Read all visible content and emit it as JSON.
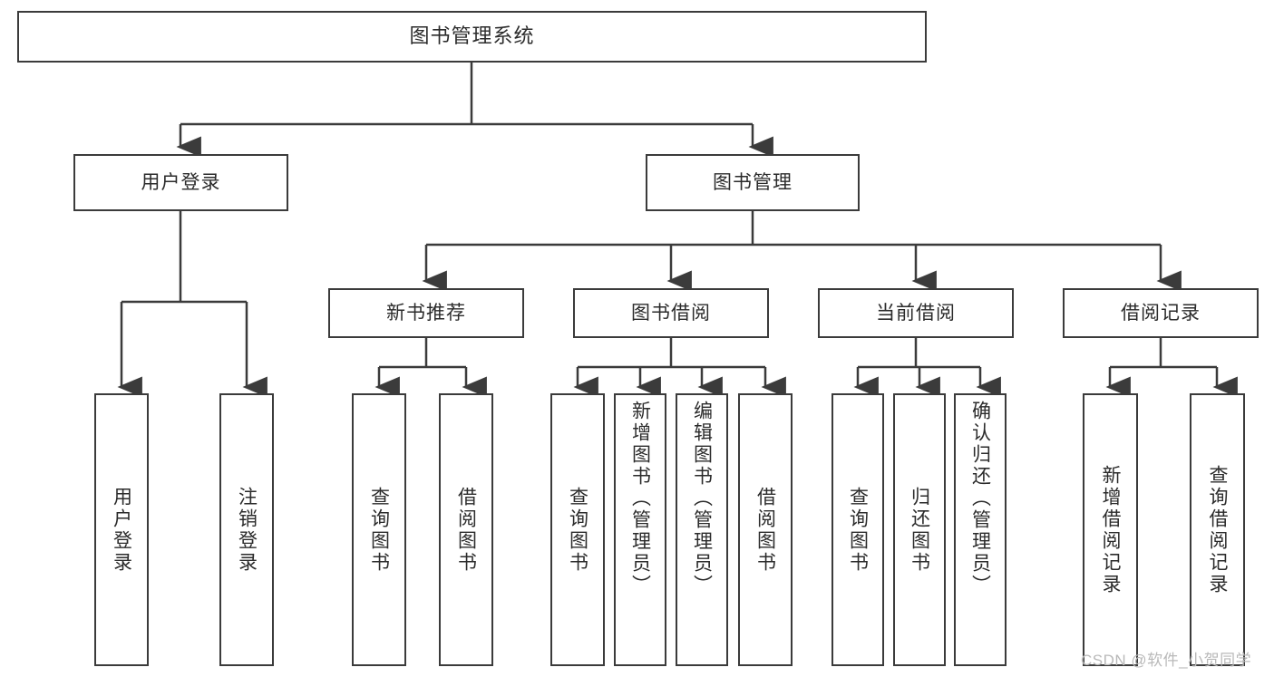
{
  "diagram": {
    "title": "图书管理系统",
    "type": "tree-hierarchy",
    "watermark": "CSDN @软件_小贺同学",
    "colors": {
      "stroke": "#3b3b3b",
      "fill": "#ffffff",
      "text": "#2b2b2b",
      "watermark": "#b9b9b9"
    },
    "nodes": {
      "root": {
        "label": "图书管理系统",
        "level": 1
      },
      "level2": [
        {
          "id": "user-login",
          "label": "用户登录"
        },
        {
          "id": "book-management",
          "label": "图书管理"
        }
      ],
      "level3": [
        {
          "id": "new-book-recommend",
          "label": "新书推荐"
        },
        {
          "id": "book-borrow",
          "label": "图书借阅"
        },
        {
          "id": "current-borrow",
          "label": "当前借阅"
        },
        {
          "id": "borrow-record",
          "label": "借阅记录"
        }
      ],
      "leaves": {
        "user_login": [
          {
            "id": "leaf-user-login",
            "label": "用户登录"
          },
          {
            "id": "leaf-logout-login",
            "label": "注销登录"
          }
        ],
        "new_book_recommend": [
          {
            "id": "leaf-query-book-1",
            "label": "查询图书"
          },
          {
            "id": "leaf-borrow-book-1",
            "label": "借阅图书"
          }
        ],
        "book_borrow": [
          {
            "id": "leaf-query-book-2",
            "label": "查询图书"
          },
          {
            "id": "leaf-add-book-admin",
            "label": "新增图书（管理员）"
          },
          {
            "id": "leaf-edit-book-admin",
            "label": "编辑图书（管理员）"
          },
          {
            "id": "leaf-borrow-book-2",
            "label": "借阅图书"
          }
        ],
        "current_borrow": [
          {
            "id": "leaf-query-book-3",
            "label": "查询图书"
          },
          {
            "id": "leaf-return-book",
            "label": "归还图书"
          },
          {
            "id": "leaf-confirm-return-admin",
            "label": "确认归还（管理员）"
          }
        ],
        "borrow_record": [
          {
            "id": "leaf-add-borrow-record",
            "label": "新增借阅记录"
          },
          {
            "id": "leaf-query-borrow-record",
            "label": "查询借阅记录"
          }
        ]
      }
    }
  }
}
